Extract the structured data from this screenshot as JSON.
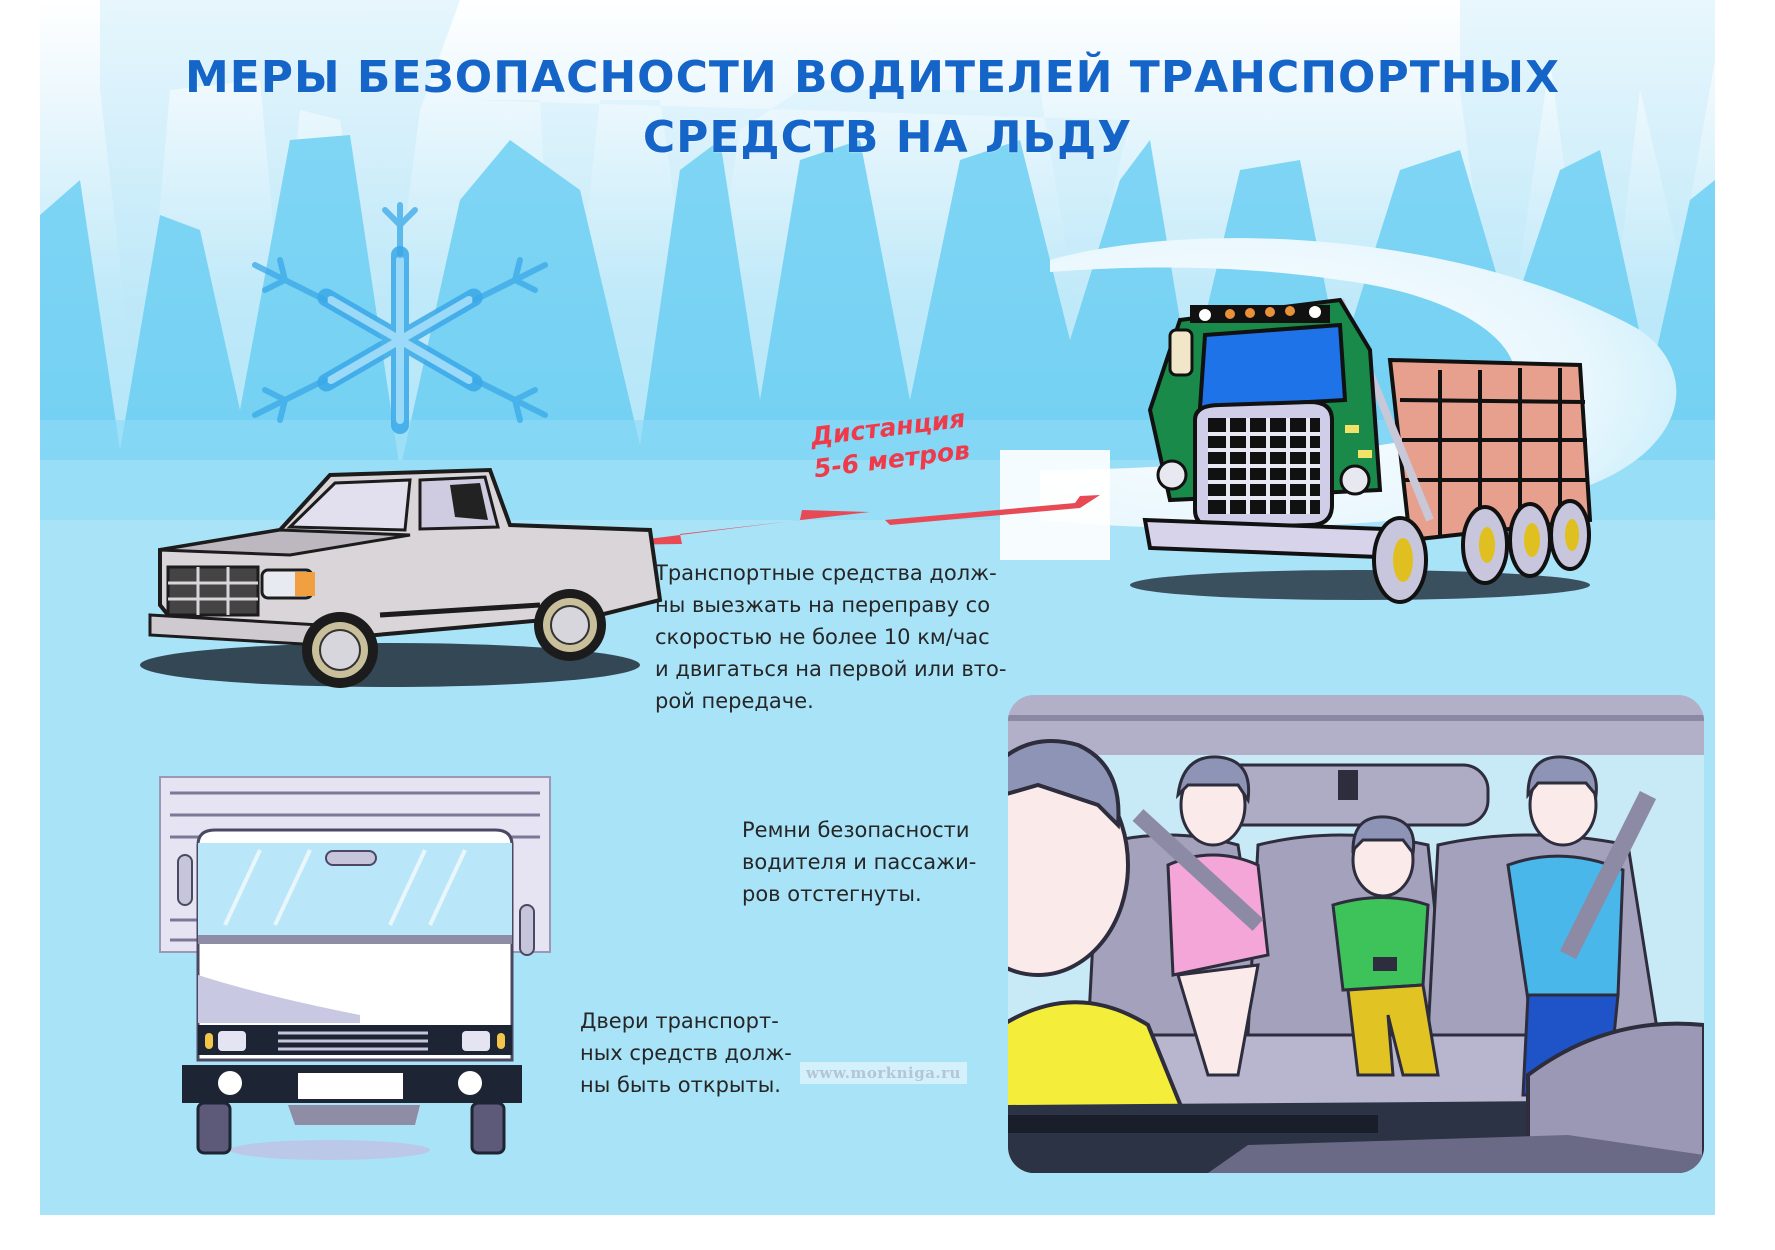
{
  "poster": {
    "title_line1": "МЕРЫ БЕЗОПАСНОСТИ ВОДИТЕЛЕЙ ТРАНСПОРТНЫХ",
    "title_line2": "СРЕДСТВ НА ЛЬДУ",
    "distance_label": {
      "line1": "Дистанция",
      "line2": "5-6 метров"
    },
    "captions": {
      "speed": [
        "Транспортные средства долж-",
        "ны выезжать на переправу со",
        "скоростью не более 10 км/час",
        "и двигаться на первой или вто-",
        "рой  передаче."
      ],
      "belts": [
        "Ремни  безопасности",
        "водителя  и  пассажи-",
        "ров отстегнуты."
      ],
      "doors": [
        "Двери транспорт-",
        "ных средств долж-",
        "ны быть открыты."
      ]
    },
    "watermark": "www.morkniga.ru",
    "illustrations": [
      "snowflake",
      "pickup-truck",
      "dump-truck",
      "box-truck-front",
      "car-interior-with-passengers"
    ]
  },
  "colors": {
    "title": "#1565c9",
    "distance_label": "#ee3a4a",
    "background_ice": "#5cc8f0",
    "background_light": "#a8e3f8",
    "caption_text": "#262626",
    "truck_green": "#1a8a4a",
    "truck_bed": "#e8a08e"
  }
}
